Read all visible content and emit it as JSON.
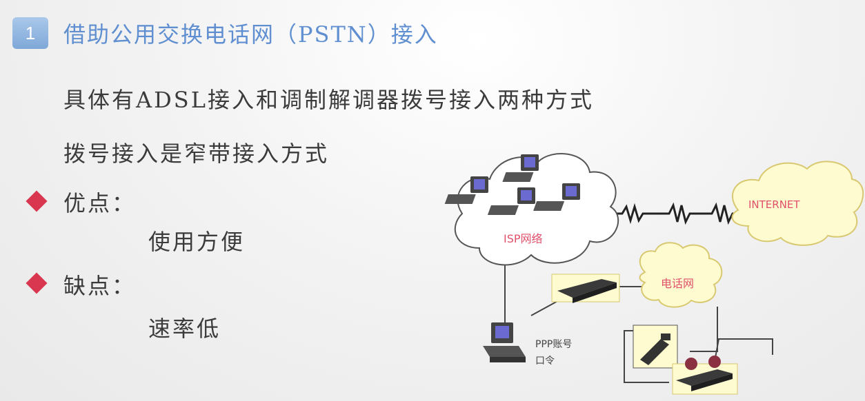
{
  "slide": {
    "number": "1",
    "title": "借助公用交换电话网（PSTN）接入"
  },
  "body": {
    "line1": "具体有ADSL接入和调制解调器拨号接入两种方式",
    "line2": "拨号接入是窄带接入方式",
    "pros_label": "优点：",
    "pros_text": "使用方便",
    "cons_label": "缺点：",
    "cons_text": "速率低"
  },
  "diagram": {
    "isp_label": "ISP网络",
    "internet_label": "INTERNET",
    "phone_net_label": "电话网",
    "ppp_line1": "PPP账号",
    "ppp_line2": "口令"
  },
  "colors": {
    "title": "#5f8fd0",
    "badge": "#8fb4e0",
    "bullet": "#d9374f",
    "diagram_label": "#e0506a"
  }
}
